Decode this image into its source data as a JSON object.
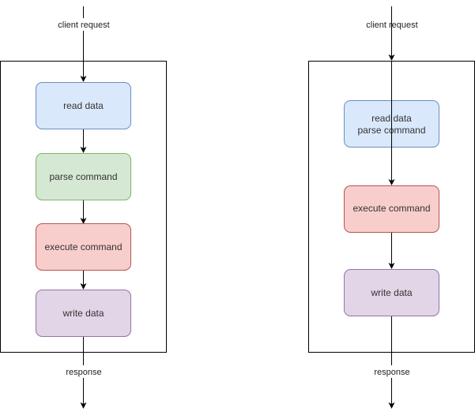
{
  "left_flow": {
    "input_label": "client request",
    "output_label": "response",
    "steps": [
      {
        "label": "read data",
        "style": "blue"
      },
      {
        "label": "parse command",
        "style": "green"
      },
      {
        "label": "execute command",
        "style": "red"
      },
      {
        "label": "write data",
        "style": "purple"
      }
    ]
  },
  "right_flow": {
    "input_label": "client request",
    "output_label": "response",
    "steps": [
      {
        "label_line1": "read data",
        "label_line2": "parse command",
        "style": "blue"
      },
      {
        "label": "execute command",
        "style": "red"
      },
      {
        "label": "write data",
        "style": "purple"
      }
    ]
  },
  "colors": {
    "blue_fill": "#dae8fc",
    "blue_stroke": "#6c8ebf",
    "green_fill": "#d5e8d4",
    "green_stroke": "#82b366",
    "red_fill": "#f8cecc",
    "red_stroke": "#b85450",
    "purple_fill": "#e1d5e7",
    "purple_stroke": "#9673a6"
  }
}
